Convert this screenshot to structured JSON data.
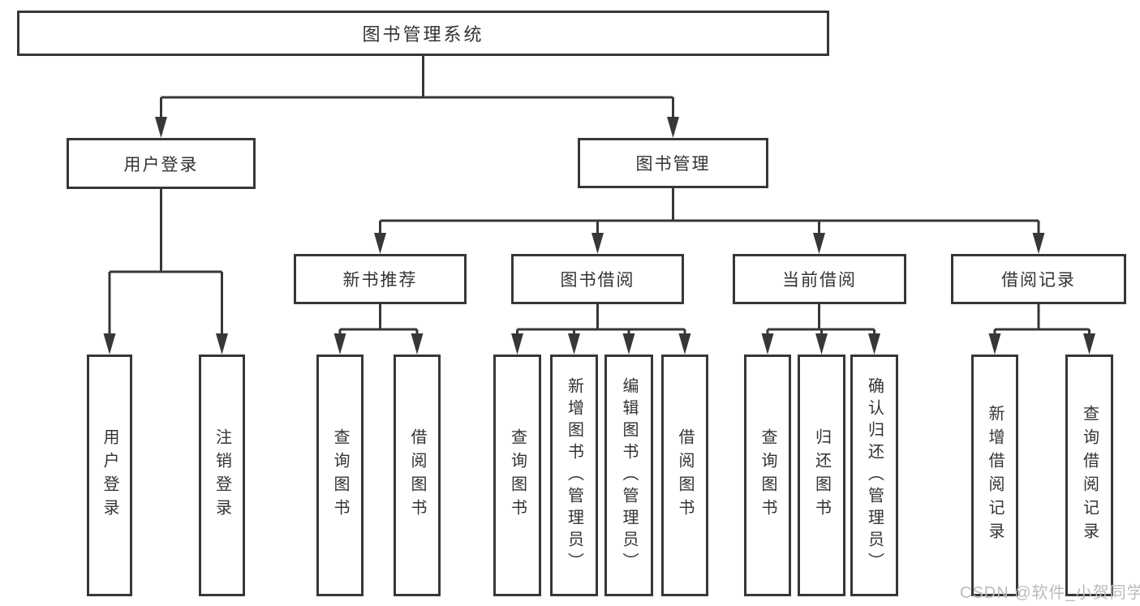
{
  "diagram": {
    "title": "图书管理系统",
    "nodes": {
      "root": "图书管理系统",
      "user_login": "用户登录",
      "book_management": "图书管理",
      "new_book_recommend": "新书推荐",
      "book_borrow": "图书借阅",
      "current_borrow": "当前借阅",
      "borrow_records": "借阅记录",
      "leaf_user_login": "用户登录",
      "leaf_logout": "注销登录",
      "leaf_query_books_recommend": "查询图书",
      "leaf_borrow_books_recommend": "借阅图书",
      "leaf_query_books_borrow": "查询图书",
      "leaf_add_books_admin": "新增图书（管理员）",
      "leaf_edit_books_admin": "编辑图书（管理员）",
      "leaf_borrow_books_borrow": "借阅图书",
      "leaf_query_books_current": "查询图书",
      "leaf_return_books": "归还图书",
      "leaf_confirm_return_admin": "确认归还（管理员）",
      "leaf_add_borrow_record": "新增借阅记录",
      "leaf_query_borrow_record": "查询借阅记录"
    },
    "colors": {
      "line": "#373737",
      "text": "#333333",
      "background": "#ffffff",
      "watermark": "#b7bcc3"
    }
  },
  "watermark": {
    "text": "CSDN @软件_小贺同学"
  }
}
